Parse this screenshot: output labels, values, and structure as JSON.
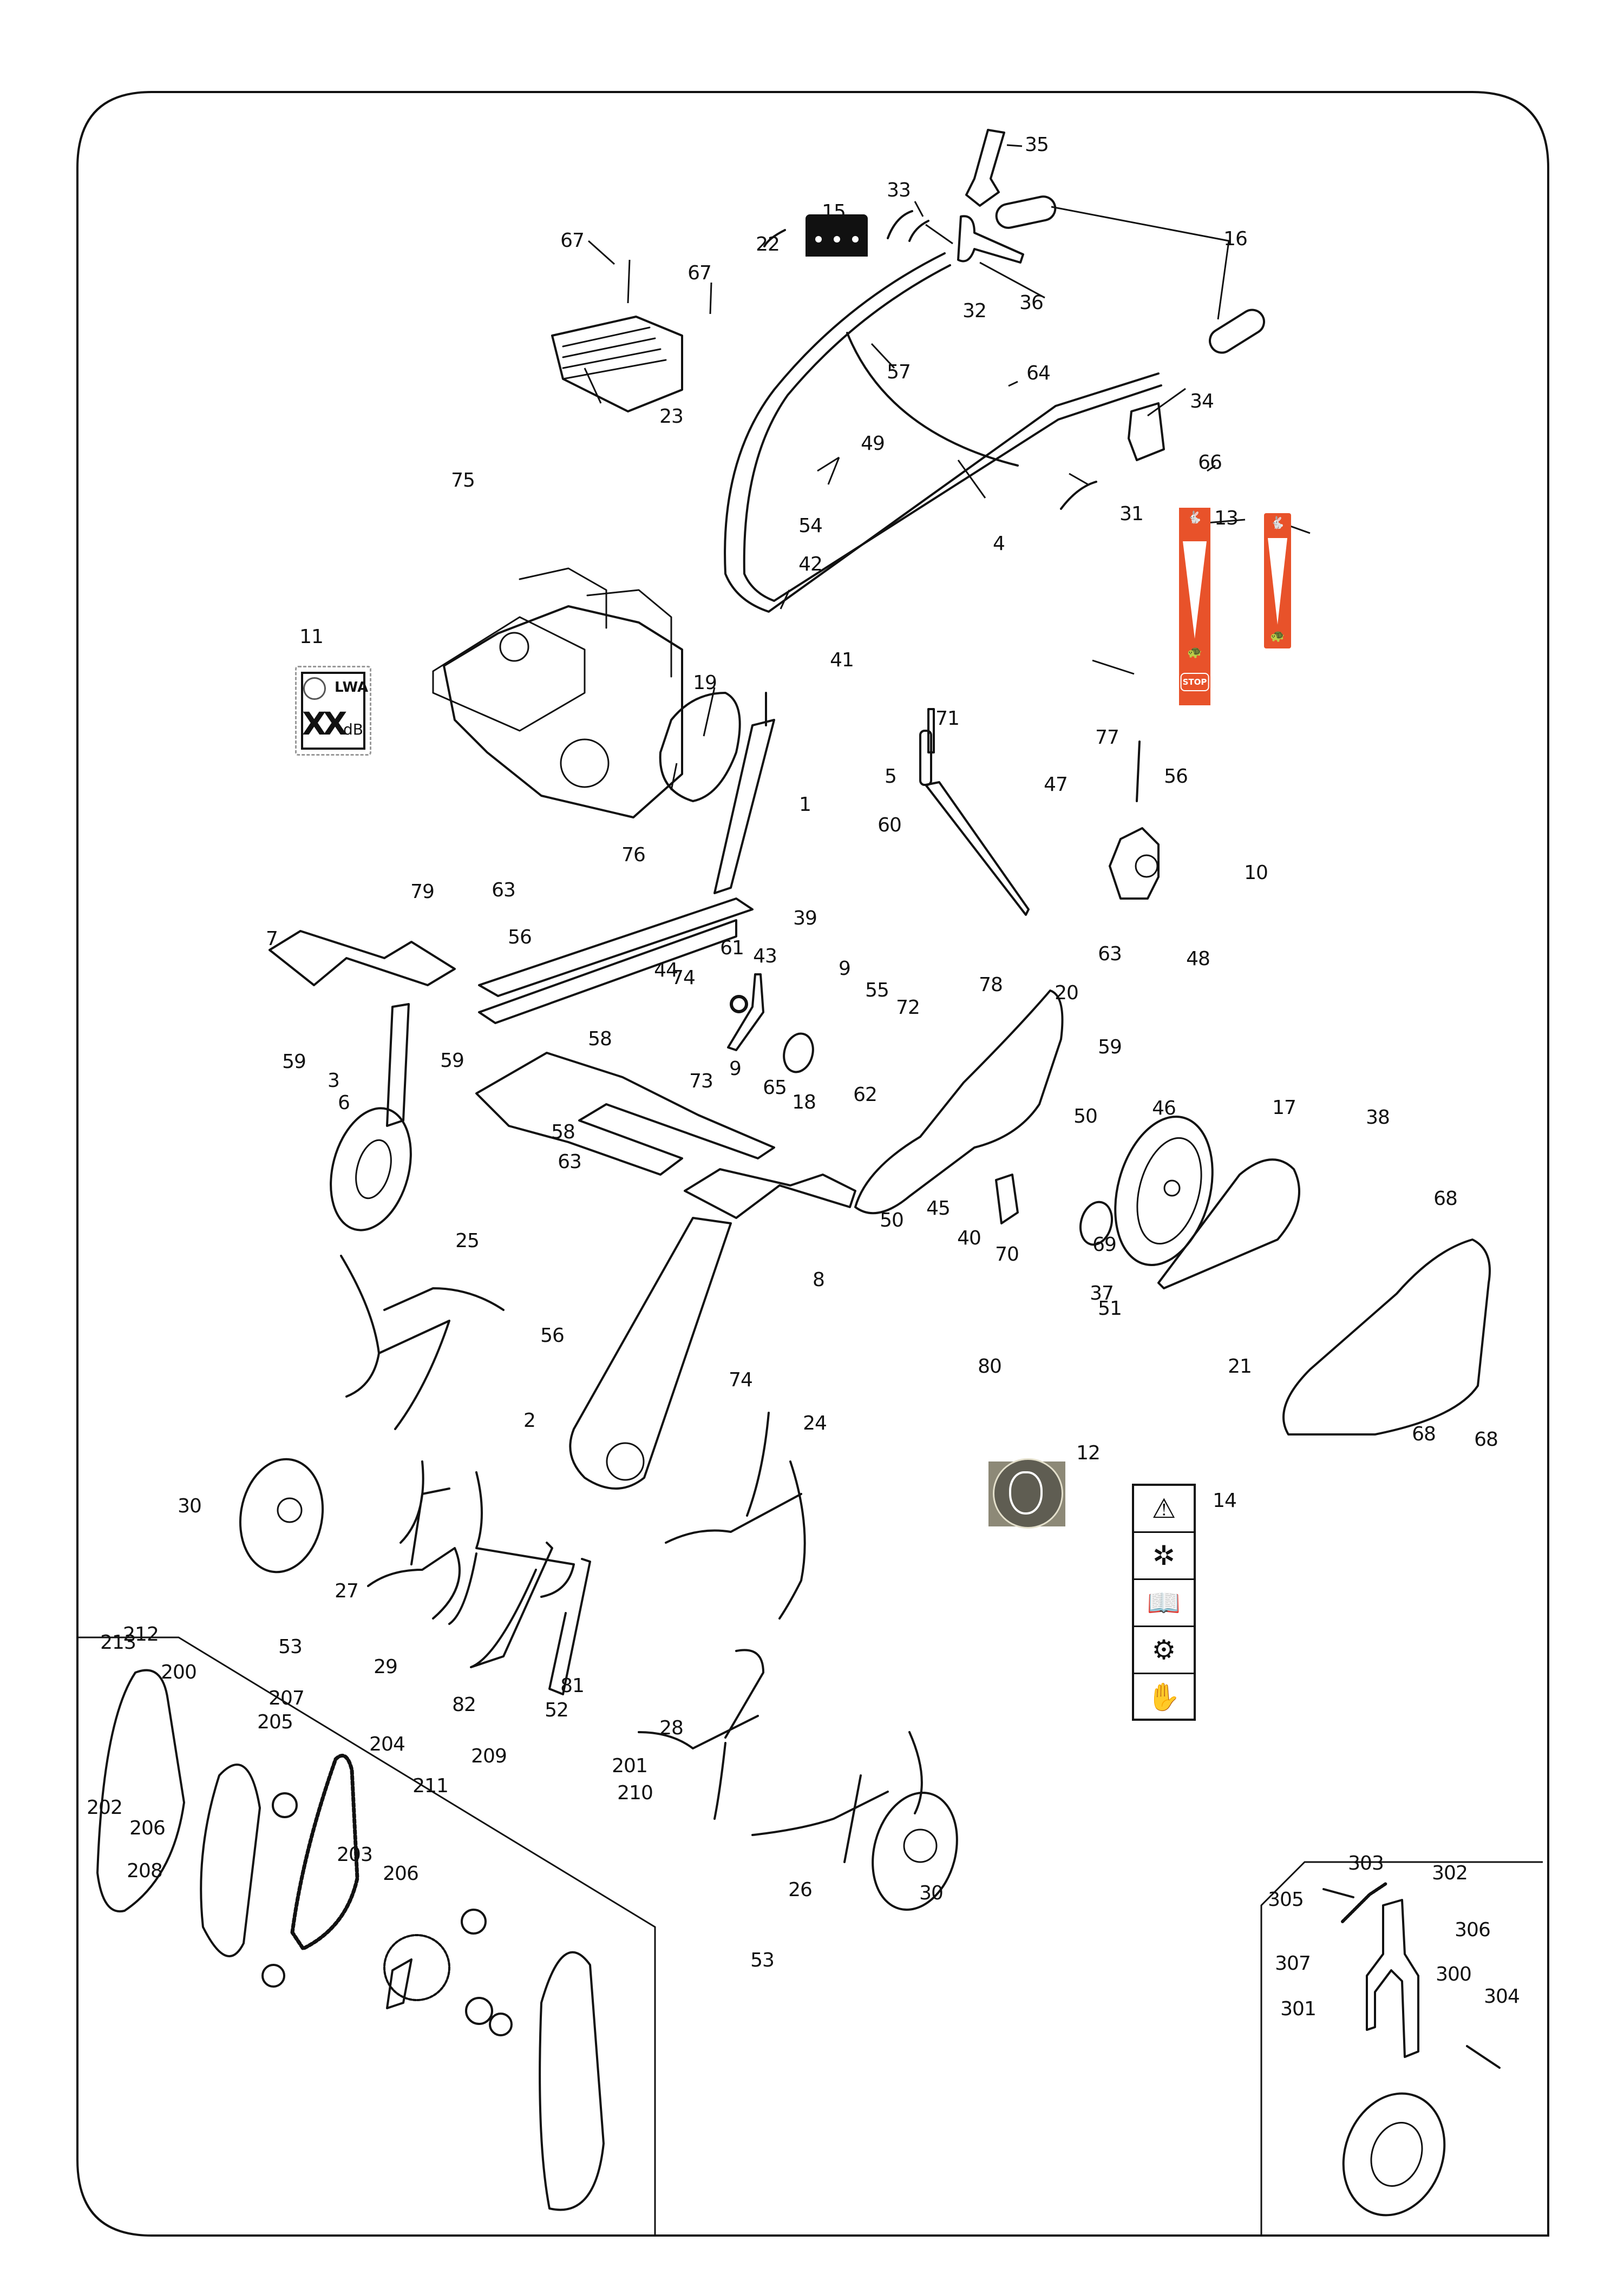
{
  "diagram": {
    "type": "exploded-parts-diagram",
    "subject": "garden tiller",
    "callouts": [
      {
        "id": "c35",
        "label": "35"
      },
      {
        "id": "c33",
        "label": "33"
      },
      {
        "id": "c15",
        "label": "15"
      },
      {
        "id": "c16",
        "label": "16"
      },
      {
        "id": "c67a",
        "label": "67"
      },
      {
        "id": "c67b",
        "label": "67"
      },
      {
        "id": "c22",
        "label": "22"
      },
      {
        "id": "c36",
        "label": "36"
      },
      {
        "id": "c32",
        "label": "32"
      },
      {
        "id": "c57",
        "label": "57"
      },
      {
        "id": "c64",
        "label": "64"
      },
      {
        "id": "c23",
        "label": "23"
      },
      {
        "id": "c34",
        "label": "34"
      },
      {
        "id": "c49",
        "label": "49"
      },
      {
        "id": "c66",
        "label": "66"
      },
      {
        "id": "c75",
        "label": "75"
      },
      {
        "id": "c31",
        "label": "31"
      },
      {
        "id": "c13",
        "label": "13"
      },
      {
        "id": "c54",
        "label": "54"
      },
      {
        "id": "c4",
        "label": "4"
      },
      {
        "id": "c42",
        "label": "42"
      },
      {
        "id": "c11",
        "label": "11"
      },
      {
        "id": "c41",
        "label": "41"
      },
      {
        "id": "c19",
        "label": "19"
      },
      {
        "id": "c71",
        "label": "71"
      },
      {
        "id": "c77",
        "label": "77"
      },
      {
        "id": "c5",
        "label": "5"
      },
      {
        "id": "c47",
        "label": "47"
      },
      {
        "id": "c56a",
        "label": "56"
      },
      {
        "id": "c1",
        "label": "1"
      },
      {
        "id": "c60",
        "label": "60"
      },
      {
        "id": "c10",
        "label": "10"
      },
      {
        "id": "c76",
        "label": "76"
      },
      {
        "id": "c79",
        "label": "79"
      },
      {
        "id": "c63a",
        "label": "63"
      },
      {
        "id": "c56b",
        "label": "56"
      },
      {
        "id": "c7",
        "label": "7"
      },
      {
        "id": "c39",
        "label": "39"
      },
      {
        "id": "c63b",
        "label": "63"
      },
      {
        "id": "c48",
        "label": "48"
      },
      {
        "id": "c61",
        "label": "61"
      },
      {
        "id": "c43",
        "label": "43"
      },
      {
        "id": "c9a",
        "label": "9"
      },
      {
        "id": "c78",
        "label": "78"
      },
      {
        "id": "c20",
        "label": "20"
      },
      {
        "id": "c59a",
        "label": "59"
      },
      {
        "id": "c44",
        "label": "44"
      },
      {
        "id": "c74a",
        "label": "74"
      },
      {
        "id": "c55",
        "label": "55"
      },
      {
        "id": "c72",
        "label": "72"
      },
      {
        "id": "c59b",
        "label": "59"
      },
      {
        "id": "c58a",
        "label": "58"
      },
      {
        "id": "c59c",
        "label": "59"
      },
      {
        "id": "c3",
        "label": "3"
      },
      {
        "id": "c73",
        "label": "73"
      },
      {
        "id": "c9b",
        "label": "9"
      },
      {
        "id": "c62",
        "label": "62"
      },
      {
        "id": "c65",
        "label": "65"
      },
      {
        "id": "c18",
        "label": "18"
      },
      {
        "id": "c6",
        "label": "6"
      },
      {
        "id": "c50a",
        "label": "50"
      },
      {
        "id": "c46",
        "label": "46"
      },
      {
        "id": "c17",
        "label": "17"
      },
      {
        "id": "c38",
        "label": "38"
      },
      {
        "id": "c58b",
        "label": "58"
      },
      {
        "id": "c45",
        "label": "45"
      },
      {
        "id": "c50b",
        "label": "50"
      },
      {
        "id": "c68a",
        "label": "68"
      },
      {
        "id": "c25",
        "label": "25"
      },
      {
        "id": "c63c",
        "label": "63"
      },
      {
        "id": "c40",
        "label": "40"
      },
      {
        "id": "c69",
        "label": "69"
      },
      {
        "id": "c70",
        "label": "70"
      },
      {
        "id": "c8",
        "label": "8"
      },
      {
        "id": "c37",
        "label": "37"
      },
      {
        "id": "c51",
        "label": "51"
      },
      {
        "id": "c56c",
        "label": "56"
      },
      {
        "id": "c74b",
        "label": "74"
      },
      {
        "id": "c80",
        "label": "80"
      },
      {
        "id": "c21",
        "label": "21"
      },
      {
        "id": "c2",
        "label": "2"
      },
      {
        "id": "c24",
        "label": "24"
      },
      {
        "id": "c68b",
        "label": "68"
      },
      {
        "id": "c68c",
        "label": "68"
      },
      {
        "id": "c12",
        "label": "12"
      },
      {
        "id": "c30a",
        "label": "30"
      },
      {
        "id": "c14",
        "label": "14"
      },
      {
        "id": "c27",
        "label": "27"
      },
      {
        "id": "c213",
        "label": "213"
      },
      {
        "id": "c212",
        "label": "212"
      },
      {
        "id": "c53a",
        "label": "53"
      },
      {
        "id": "c29",
        "label": "29"
      },
      {
        "id": "c82",
        "label": "82"
      },
      {
        "id": "c200",
        "label": "200"
      },
      {
        "id": "c81",
        "label": "81"
      },
      {
        "id": "c207",
        "label": "207"
      },
      {
        "id": "c28",
        "label": "28"
      },
      {
        "id": "c205",
        "label": "205"
      },
      {
        "id": "c52",
        "label": "52"
      },
      {
        "id": "c26",
        "label": "26"
      },
      {
        "id": "c30b",
        "label": "30"
      },
      {
        "id": "c204",
        "label": "204"
      },
      {
        "id": "c303",
        "label": "303"
      },
      {
        "id": "c302",
        "label": "302"
      },
      {
        "id": "c209",
        "label": "209"
      },
      {
        "id": "c305",
        "label": "305"
      },
      {
        "id": "c211",
        "label": "211"
      },
      {
        "id": "c201",
        "label": "201"
      },
      {
        "id": "c53b",
        "label": "53"
      },
      {
        "id": "c306",
        "label": "306"
      },
      {
        "id": "c210",
        "label": "210"
      },
      {
        "id": "c202",
        "label": "202"
      },
      {
        "id": "c307",
        "label": "307"
      },
      {
        "id": "c300",
        "label": "300"
      },
      {
        "id": "c206a",
        "label": "206"
      },
      {
        "id": "c203",
        "label": "203"
      },
      {
        "id": "c304",
        "label": "304"
      },
      {
        "id": "c301",
        "label": "301"
      },
      {
        "id": "c208",
        "label": "208"
      },
      {
        "id": "c206b",
        "label": "206"
      }
    ]
  },
  "stickers": {
    "noise_label": {
      "lwa": "LWA",
      "value": "XX",
      "unit": "dB"
    },
    "speed_decal": {
      "stop_text": "STOP",
      "fast_icon": "rabbit-icon",
      "slow_icon": "turtle-icon"
    },
    "ear_protection": {
      "icon": "ear-protection-icon"
    },
    "safety_panel": {
      "icons": [
        "warning-triangle-icon",
        "rotating-tines-foot-icon",
        "read-manual-icon",
        "disconnect-spark-plug-icon",
        "no-hands-rotating-icon"
      ],
      "glyphs": [
        "⚠",
        "✲",
        "📖",
        "⚙",
        "✋"
      ]
    }
  },
  "colors": {
    "line": "#111111",
    "decal_orange": "#e8522a",
    "ear_sticker_bg": "#8d8977",
    "ear_sticker_circle": "#5f5d52"
  }
}
